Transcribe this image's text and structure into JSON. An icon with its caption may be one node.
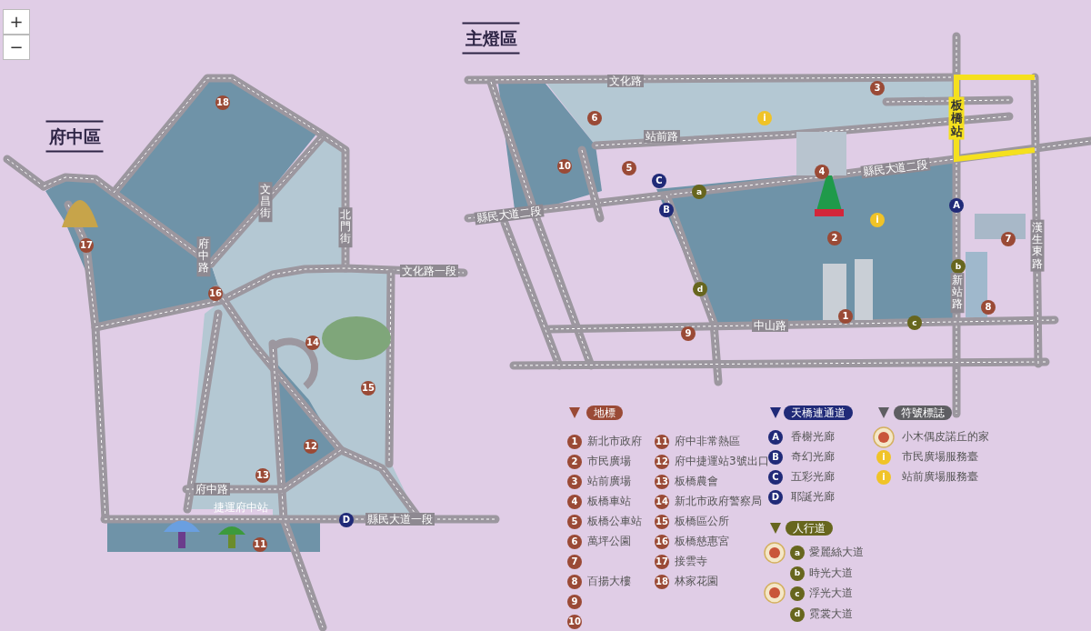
{
  "diagram": {
    "labels": [
      "+",
      "−",
      "主燈區",
      "府中區",
      "18",
      "17",
      "16",
      "14",
      "15",
      "12",
      "13",
      "11",
      "D",
      "6",
      "3",
      "10",
      "5",
      "C",
      "4",
      "a",
      "A",
      "B",
      "2",
      "7",
      "b",
      "d",
      "8",
      "1",
      "c",
      "9",
      "i",
      "i",
      "文化路",
      "站前路",
      "縣民大道二段",
      "縣民大道二段",
      "中山路",
      "新站路",
      "漢生東路",
      "板橋站",
      "文化路一段",
      "北門街",
      "文昌街",
      "府中路",
      "府中路",
      "縣民大道一段",
      "捷運府中站",
      "地標",
      "天橋連通道",
      "符號標誌",
      "人行道",
      "1",
      "2",
      "3",
      "4",
      "5",
      "6",
      "7",
      "8",
      "9",
      "10",
      "11",
      "12",
      "13",
      "14",
      "15",
      "16",
      "17",
      "18",
      "A",
      "B",
      "C",
      "D",
      "i",
      "i",
      "a",
      "b",
      "c",
      "d"
    ],
    "legend": [
      {
        "text": "新北市政府"
      },
      {
        "text": "市民廣場"
      },
      {
        "text": "站前廣場"
      },
      {
        "text": "板橋車站"
      },
      {
        "text": "板橋公車站"
      },
      {
        "text": "萬坪公園"
      },
      {
        "text": "百揚大樓"
      },
      {
        "text": "府中非常熱區"
      },
      {
        "text": "府中捷運站3號出口"
      },
      {
        "text": "板橋農會"
      },
      {
        "text": "新北市政府警察局"
      },
      {
        "text": "板橋區公所"
      },
      {
        "text": "板橋慈惠宮"
      },
      {
        "text": "接雲寺"
      },
      {
        "text": "林家花園"
      },
      {
        "text": "香榭光廊"
      },
      {
        "text": "奇幻光廊"
      },
      {
        "text": "五彩光廊"
      },
      {
        "text": "耶誕光廊"
      },
      {
        "text": "小木偶皮諾丘的家"
      },
      {
        "text": "市民廣場服務臺"
      },
      {
        "text": "站前廣場服務臺"
      },
      {
        "text": "愛麗絲大道"
      },
      {
        "text": "時光大道"
      },
      {
        "text": "浮光大道"
      },
      {
        "text": "霓裳大道"
      }
    ]
  }
}
